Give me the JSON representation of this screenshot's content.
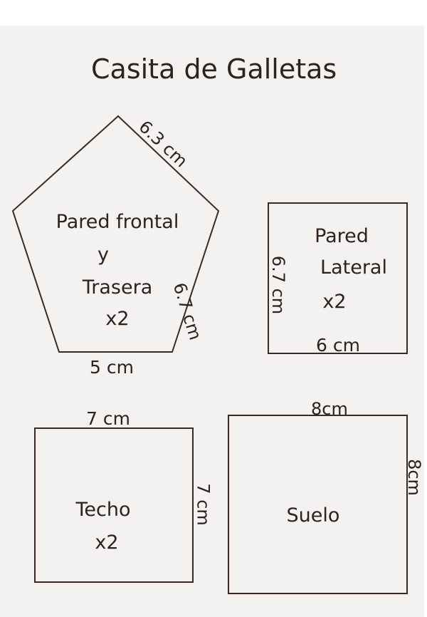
{
  "title": "Casita de Galletas",
  "stroke_color": "#3a2a26",
  "pieces": {
    "front_back": {
      "label_line1": "Pared frontal",
      "label_line2": "y",
      "label_line3": "Trasera",
      "qty": "x2",
      "dim_slant": "6.3 cm",
      "dim_side": "6.7 cm",
      "dim_base": "5 cm"
    },
    "side_wall": {
      "label_line1": "Pared",
      "label_line2": "Lateral",
      "qty": "x2",
      "dim_height": "6.7 cm",
      "dim_width": "6 cm"
    },
    "roof": {
      "label": "Techo",
      "qty": "x2",
      "dim_width": "7 cm",
      "dim_height": "7 cm"
    },
    "floor": {
      "label": "Suelo",
      "dim_width": "8cm",
      "dim_height": "8cm"
    }
  }
}
